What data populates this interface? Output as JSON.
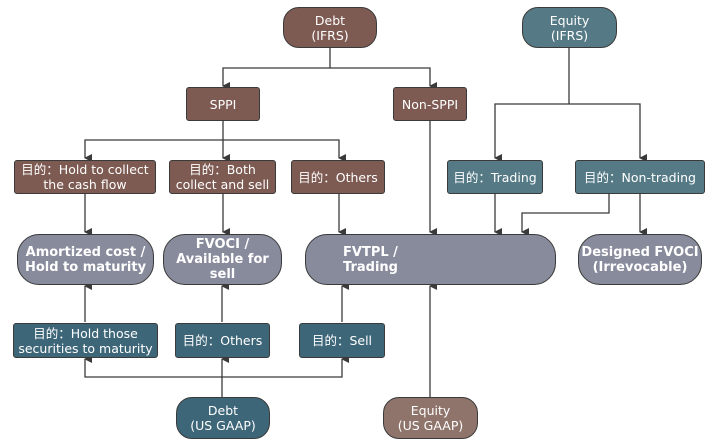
{
  "diagram": {
    "domain_nodes": {
      "debt_ifrs": "Debt\n(IFRS)",
      "equity_ifrs": "Equity\n(IFRS)",
      "debt_usgaap": "Debt\n(US GAAP)",
      "equity_usgaap": "Equity\n(US GAAP)"
    },
    "tests": {
      "sppi": "SPPI",
      "non_sppi": "Non-SPPI"
    },
    "ifrs_purposes": {
      "hold_collect": "目的：Hold to collect\nthe cash flow",
      "both": "目的：Both\ncollect and sell",
      "others": "目的：Others",
      "trading": "目的：Trading",
      "non_trading": "目的：Non-trading"
    },
    "usgaap_purposes": {
      "hold_maturity": "目的：Hold those\nsecurities to maturity",
      "others": "目的：Others",
      "sell": "目的：Sell"
    },
    "outcomes": {
      "amortized": "Amortized cost /\nHold to maturity",
      "fvoci": "FVOCI /\nAvailable for sell",
      "fvtpl": "FVTPL /\nTrading",
      "designed_fvoci": "Designed FVOCI\n(Irrevocable)"
    },
    "colors": {
      "ifrs_debt": "#7d5a52",
      "ifrs_equity": "#557a86",
      "usgaap_debt": "#3e6679",
      "usgaap_equity": "#8f746c",
      "outcome": "#878b9c",
      "line": "#3a3a3a"
    }
  }
}
